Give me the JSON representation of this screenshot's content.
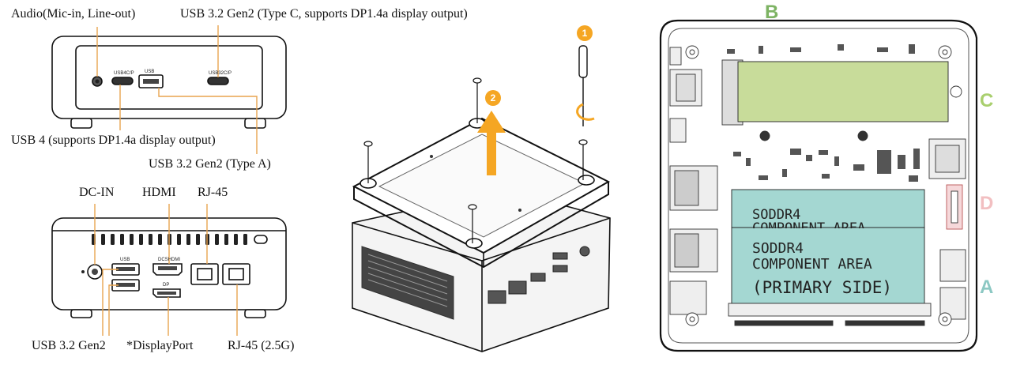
{
  "front_panel": {
    "labels": {
      "audio": "Audio(Mic-in, Line-out)",
      "usb_c_gen2": "USB 3.2 Gen2 (Type C, supports DP1.4a display output)",
      "usb4": "USB 4 (supports DP1.4a display output)",
      "usb_a_gen2": "USB 3.2 Gen2 (Type A)"
    },
    "port_marks": {
      "usb_c_left": "USB4C/P",
      "usb_a": "USB",
      "usb_c_right": "USB32C/P"
    }
  },
  "rear_panel": {
    "labels": {
      "dc_in": "DC-IN",
      "hdmi": "HDMI",
      "rj45": "RJ-45",
      "usb_gen2": "USB 3.2 Gen2",
      "displayport": "*DisplayPort",
      "rj45_25g": "RJ-45 (2.5G)"
    },
    "port_marks": {
      "usb": "USB",
      "hdmi": "DCSHDMI",
      "dp": "DP"
    }
  },
  "assembly": {
    "steps": [
      "1",
      "2"
    ],
    "step_color": "#F5A623",
    "arrow_color": "#F5A623"
  },
  "board": {
    "sections": [
      {
        "letter": "B",
        "color": "#7DB363"
      },
      {
        "letter": "C",
        "color": "#A9CF6E"
      },
      {
        "letter": "D",
        "color": "#F2BFC1"
      },
      {
        "letter": "A",
        "color": "#8CC8C3"
      }
    ],
    "m2_color": "#C8DC9A",
    "dimm_color": "#A4D7D2",
    "dimm_text": {
      "top_line1": "SODDR4",
      "top_line2": "COMPONENT AREA",
      "mid_line1": "SODDR4",
      "mid_line2": "COMPONENT  AREA",
      "side": "(PRIMARY  SIDE)"
    }
  }
}
